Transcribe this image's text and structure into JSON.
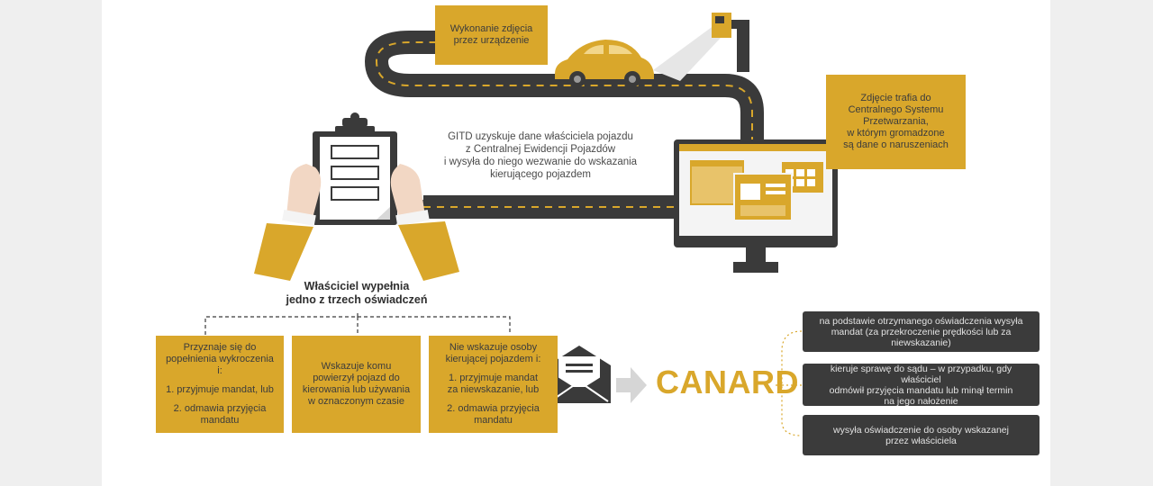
{
  "top_box": {
    "line1": "Wykonanie zdjęcia",
    "line2": "przez urządzenie"
  },
  "right_box": {
    "line1": "Zdjęcie trafia do",
    "line2": "Centralnego Systemu",
    "line3": "Przetwarzania,",
    "line4": "w którym gromadzone",
    "line5": "są dane o naruszeniach"
  },
  "center_text": {
    "line1": "GITD uzyskuje dane właściciela pojazdu",
    "line2": "z Centralnej Ewidencji Pojazdów",
    "line3": "i wysyła do niego wezwanie do wskazania",
    "line4": "kierującego pojazdem"
  },
  "owner_heading": {
    "line1": "Właściciel wypełnia",
    "line2": "jedno z trzech oświadczeń"
  },
  "statements": [
    {
      "line1": "Przyznaje się do",
      "line2": "popełnienia wykroczenia i:",
      "item1": "1. przyjmuje mandat, lub",
      "item2a": "2. odmawia przyjęcia",
      "item2b": "mandatu"
    },
    {
      "line1": "Wskazuje komu",
      "line2": "powierzył pojazd do",
      "line3": "kierowania lub używania",
      "line4": "w oznaczonym czasie"
    },
    {
      "line1": "Nie wskazuje osoby",
      "line2": "kierującej pojazdem i:",
      "item1a": "1. przyjmuje mandat",
      "item1b": "za niewskazanie, lub",
      "item2a": "2. odmawia przyjęcia",
      "item2b": "mandatu"
    }
  ],
  "canard_label": "CANARD",
  "outcomes": [
    {
      "line1": "na podstawie otrzymanego oświadczenia wysyła",
      "line2": "mandat (za przekroczenie prędkości lub za niewskazanie)"
    },
    {
      "line1": "kieruje sprawę do sądu – w przypadku, gdy właściciel",
      "line2": "odmówił przyjęcia mandatu lub minął termin",
      "line3": "na jego nałożenie"
    },
    {
      "line1": "wysyła oświadczenie do osoby wskazanej",
      "line2": "przez właściciela"
    }
  ],
  "colors": {
    "accent": "#d9a72b",
    "dark": "#3b3b3b",
    "road": "#3a3a3a",
    "text": "#4a4a4a"
  },
  "icons": [
    "camera-icon",
    "car-icon",
    "clipboard-icon",
    "hands-icon",
    "monitor-icon",
    "envelope-icon",
    "arrow-right-icon"
  ]
}
